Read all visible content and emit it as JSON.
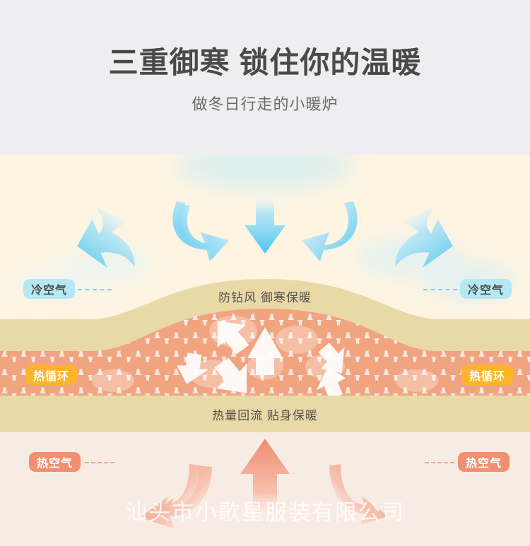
{
  "header": {
    "title": "三重御寒 锁住你的温暖",
    "subtitle": "做冬日行走的小暖炉"
  },
  "diagram": {
    "type": "thermal-insulation-cross-section",
    "captions": {
      "shell_top": "防钻风 御寒保暖",
      "shell_bottom": "热量回流 贴身保暖"
    },
    "labels": {
      "cold_air_left": "冷空气",
      "cold_air_right": "冷空气",
      "heat_circulation_left": "热循环",
      "heat_circulation_right": "热循环",
      "hot_air_left": "热空气",
      "hot_air_right": "热空气"
    },
    "layers": [
      {
        "name": "cold-air-zone",
        "label": "冷空气",
        "color": "#fdf4e2"
      },
      {
        "name": "windproof-shell",
        "label": "防钻风 御寒保暖",
        "color": "#e8d9a7"
      },
      {
        "name": "heat-circulation-fill",
        "label": "热循环",
        "color": "#f09a72"
      },
      {
        "name": "warm-air-zone",
        "label": "热空气",
        "color": "#f7ece4"
      }
    ],
    "arrows": {
      "cold_inbound_count": 5,
      "cold_direction": "inward-deflected",
      "heat_circulation_count": 6,
      "heat_circulation_direction": "circulating",
      "warm_rising_count": 3,
      "warm_direction": "upward-returning"
    }
  },
  "colors": {
    "header_bg": "#eeeef0",
    "title_text": "#4a4a4a",
    "subtitle_text": "#6b6b6b",
    "cold_zone": "#fdf4e2",
    "shell": "#e8d9a7",
    "warm_zone": "#f7ece4",
    "cold_arrow": "#5ecaf0",
    "warm_arrow": "#f0907a",
    "dot_fill": "#f09a72",
    "badge_cold": "#b5e8f2",
    "badge_hot_circ": "#fcb42a",
    "badge_hot_air": "#f09072"
  },
  "watermark": {
    "text": "汕头市小歌星服装有限公司"
  }
}
